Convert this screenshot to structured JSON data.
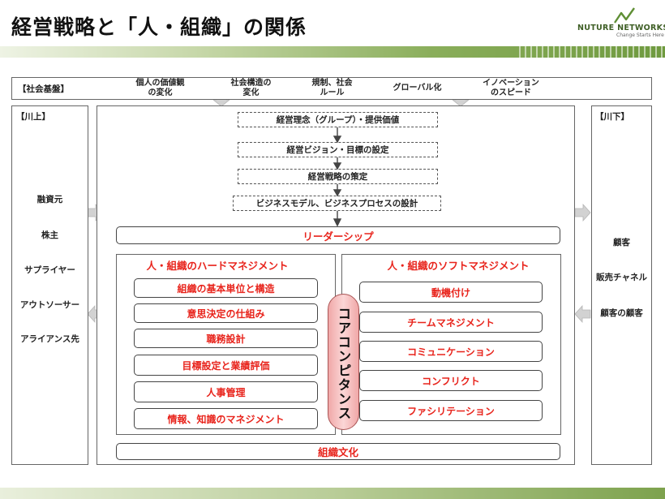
{
  "title": "経営戦略と「人・組織」の関係",
  "logo": {
    "name": "NUTURE NETWORKS",
    "tagline": "Change Starts Here"
  },
  "social": {
    "label": "【社会基盤】",
    "items": [
      "個人の価値観\nの変化",
      "社会構造の\n変化",
      "規制、社会\nルール",
      "グローバル化",
      "イノベーション\nのスピード"
    ]
  },
  "upstream": {
    "label": "【川上】",
    "items": [
      "融資元",
      "株主",
      "サプライヤー",
      "アウトソーサー",
      "アライアンス先"
    ]
  },
  "downstream": {
    "label": "【川下】",
    "items": [
      "顧客",
      "販売チャネル",
      "顧客の顧客"
    ]
  },
  "flow": [
    "経営理念（グループ）・提供価値",
    "経営ビジョン・目標の設定",
    "経営戦略の策定",
    "ビジネスモデル、ビジネスプロセスの設計"
  ],
  "leadership": "リーダーシップ",
  "hard": {
    "title": "人・組織のハードマネジメント",
    "items": [
      "組織の基本単位と構造",
      "意思決定の仕組み",
      "職務設計",
      "目標設定と業績評価",
      "人事管理",
      "情報、知識のマネジメント"
    ]
  },
  "soft": {
    "title": "人・組織のソフトマネジメント",
    "items": [
      "動機付け",
      "チームマネジメント",
      "コミュニケーション",
      "コンフリクト",
      "ファシリテーション"
    ]
  },
  "core": "コアコンピタンス",
  "culture": "組織文化",
  "colors": {
    "accent_red": "#e8241c",
    "brand_green": "#6f9a3f",
    "arrow_gray": "#c8c8c8"
  }
}
